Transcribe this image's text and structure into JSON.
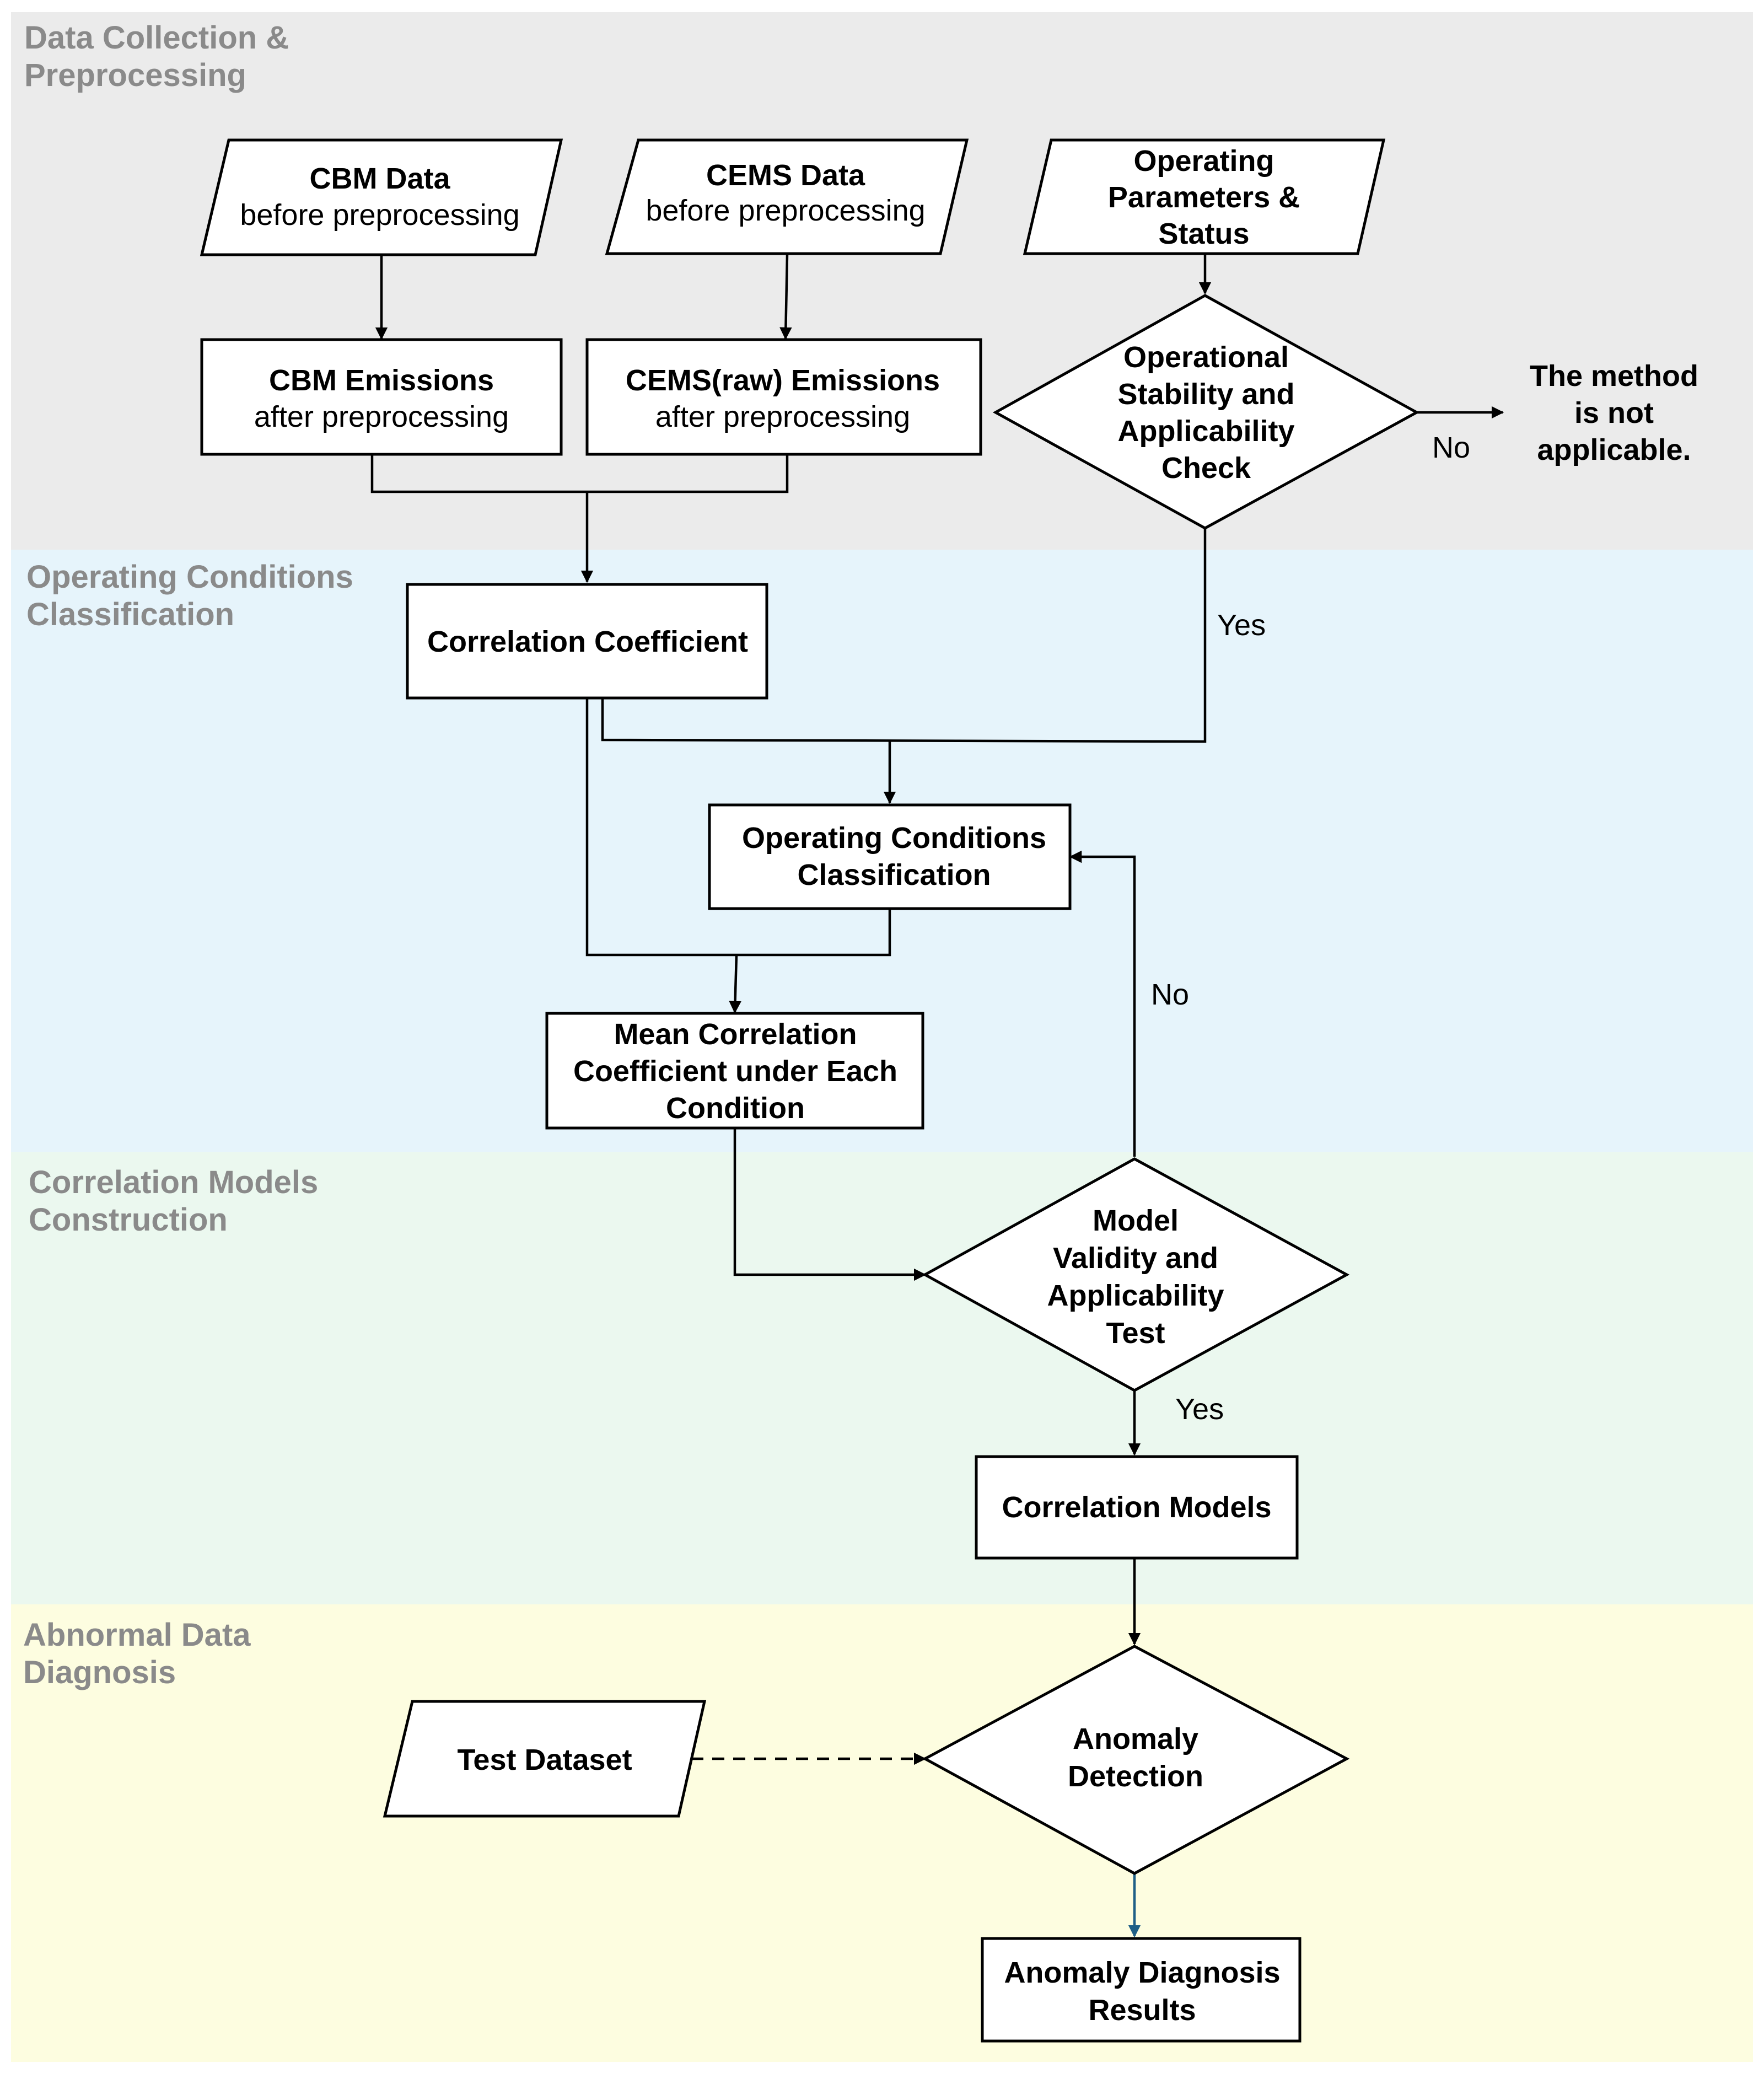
{
  "colors": {
    "lane_gray": "#ebebeb",
    "lane_blue": "#e6f4fb",
    "lane_green": "#ebf8ef",
    "lane_yellow": "#fdfde0",
    "title_gray": "#8a8a8a",
    "edge_blue": "#1f5f86"
  },
  "lanes": [
    {
      "title": [
        "Data Collection &",
        "Preprocessing"
      ]
    },
    {
      "title": [
        "Operating Conditions",
        "Classification"
      ]
    },
    {
      "title": [
        "Correlation Models",
        "Construction"
      ]
    },
    {
      "title": [
        "Abnormal Data",
        "Diagnosis"
      ]
    }
  ],
  "nodes": {
    "cbm_data": [
      "CBM Data",
      "before preprocessing"
    ],
    "cems_data": [
      "CEMS Data",
      "before preprocessing"
    ],
    "operating_params": [
      "Operating",
      "Parameters &",
      "Status"
    ],
    "cbm_emissions": [
      "CBM Emissions",
      "after preprocessing"
    ],
    "cems_emissions": [
      "CEMS(raw) Emissions",
      "after preprocessing"
    ],
    "stability_check": [
      "Operational",
      "Stability and",
      "Applicability",
      "Check"
    ],
    "not_applicable": [
      "The method",
      "is not",
      "applicable."
    ],
    "correlation_coefficient": [
      "Correlation Coefficient"
    ],
    "oc_classification": [
      "Operating Conditions",
      "Classification"
    ],
    "mean_correlation": [
      "Mean Correlation",
      "Coefficient  under Each",
      "Condition"
    ],
    "validity_test": [
      "Model",
      "Validity and",
      "Applicability",
      "Test"
    ],
    "correlation_models": [
      "Correlation Models"
    ],
    "test_dataset": [
      "Test Dataset"
    ],
    "anomaly_detection": [
      "Anomaly",
      "Detection"
    ],
    "diagnosis_results": [
      "Anomaly Diagnosis",
      "Results"
    ]
  },
  "edge_labels": {
    "stability_no": "No",
    "stability_yes": "Yes",
    "validity_no": "No",
    "validity_yes": "Yes"
  }
}
